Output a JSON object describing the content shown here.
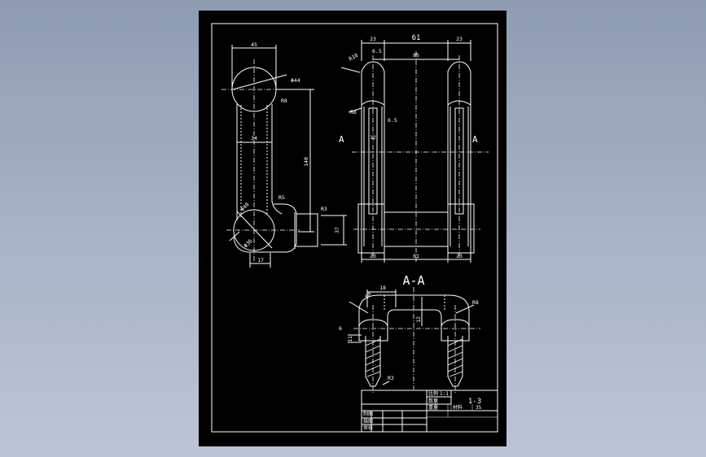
{
  "drawing": {
    "section_view_title": "A-A",
    "section_mark_left": "A",
    "section_mark_right": "A",
    "left_view": {
      "width_top": "45",
      "dia_top": "Φ44",
      "radius_top": "R8",
      "inner_width": "34",
      "length": "140",
      "dia_bottom": "Φ40",
      "radius_bottom_inner": "R5",
      "radius_bottom_right": "R3",
      "dia_bottom_small": "Φ36",
      "boss_height": "37",
      "bottom_width": "17"
    },
    "front_view": {
      "top_left": "23",
      "top_center": "61",
      "top_right": "23",
      "top_gap": "6.5",
      "top_inner": "85",
      "radius_top": "R10",
      "radius_side": "R8",
      "slot_width": "6.5",
      "height_inner": "12",
      "bottom_left": "23",
      "bottom_center": "61",
      "bottom_right": "23"
    },
    "section_view": {
      "top_width": "18",
      "radius_left": "R8",
      "radius_right": "R8",
      "height": "12",
      "offset": "6",
      "side_height": "11",
      "radius_bottom": "R3"
    }
  },
  "title_block": {
    "scale_label": "比例",
    "scale_value": "1:1",
    "qty_label": "数量",
    "weight_label": "重量",
    "material_label": "材料",
    "material_value": "35",
    "drawing_number": "1-3",
    "designer_label": "制图",
    "checker_label": "描图",
    "approver_label": "审核"
  }
}
